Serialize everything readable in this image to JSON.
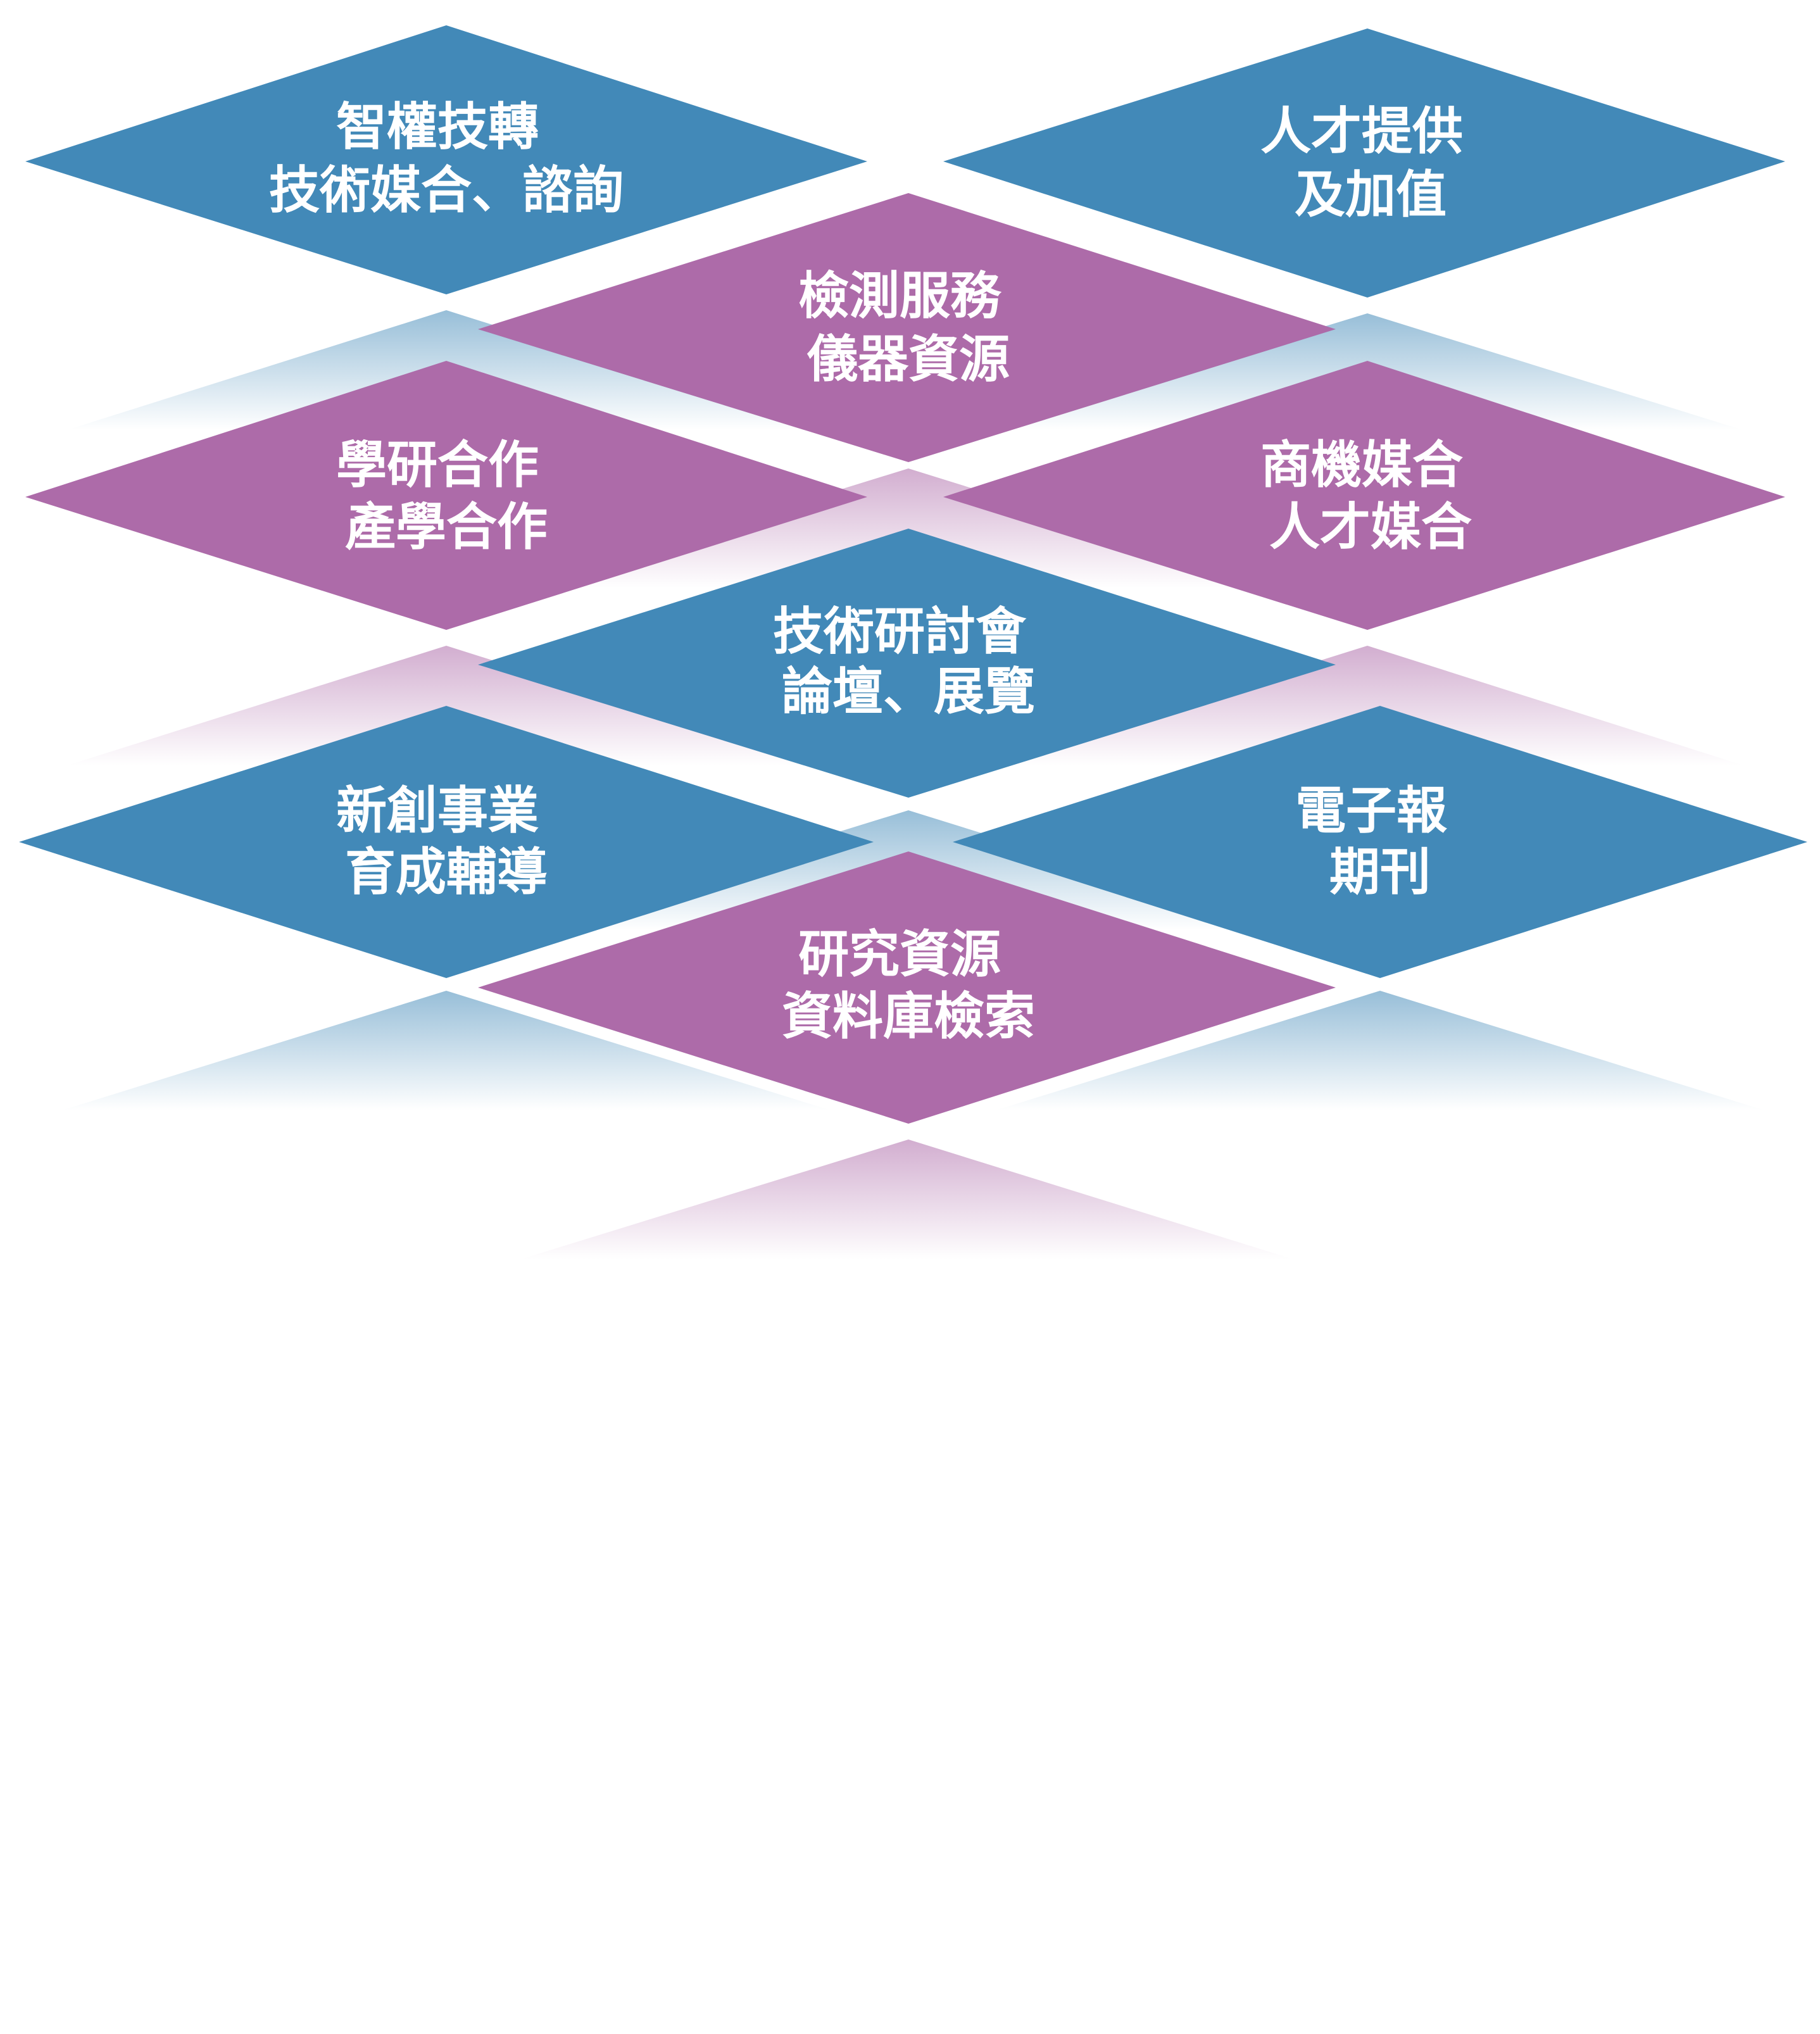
{
  "colors": {
    "blue": "#4289B8",
    "purple": "#AD6BA9",
    "label": "#ffffff",
    "background": "#ffffff"
  },
  "tiles": [
    {
      "id": "ip-transfer",
      "color": "blue",
      "lines": [
        "智權技轉",
        "技術媒合、諮詢"
      ]
    },
    {
      "id": "talent",
      "color": "blue",
      "lines": [
        "人才提供",
        "及加值"
      ]
    },
    {
      "id": "testing",
      "color": "purple",
      "lines": [
        "檢測服務",
        "儀器資源"
      ]
    },
    {
      "id": "cooperation",
      "color": "purple",
      "lines": [
        "學研合作",
        "產學合作"
      ]
    },
    {
      "id": "matching",
      "color": "purple",
      "lines": [
        "商機媒合",
        "人才媒合"
      ]
    },
    {
      "id": "seminar",
      "color": "blue",
      "lines": [
        "技術研討會",
        "論壇、展覽"
      ]
    },
    {
      "id": "startup",
      "color": "blue",
      "lines": [
        "新創事業",
        "育成輔導"
      ]
    },
    {
      "id": "newsletter",
      "color": "blue",
      "lines": [
        "電子報",
        "期刊"
      ]
    },
    {
      "id": "database",
      "color": "purple",
      "lines": [
        "研究資源",
        "資料庫檢索"
      ]
    }
  ]
}
